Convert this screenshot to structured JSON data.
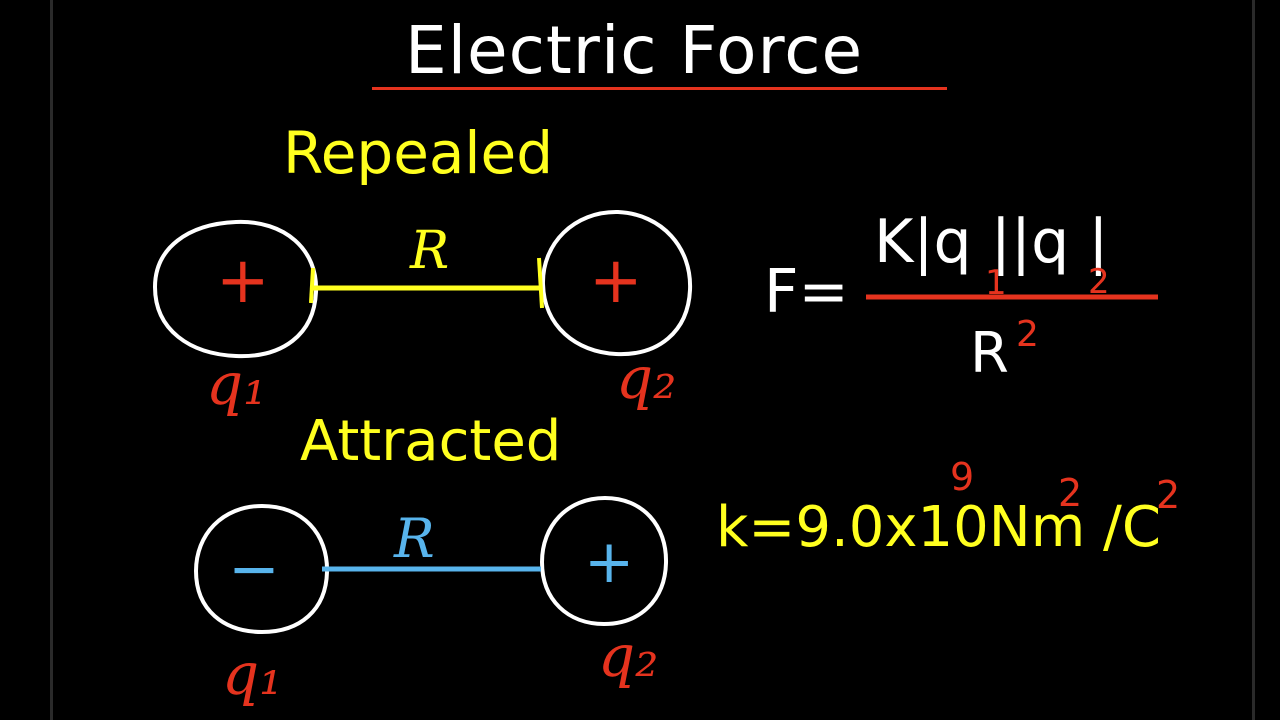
{
  "title": "Electric Force",
  "repelled": {
    "label": "Repealed",
    "distance_label": "R",
    "charge_left": {
      "sign": "+",
      "name": "q₁"
    },
    "charge_right": {
      "sign": "+",
      "name": "q₂"
    }
  },
  "attracted": {
    "label": "Attracted",
    "distance_label": "R",
    "charge_left": {
      "sign": "−",
      "name": "q₁"
    },
    "charge_right": {
      "sign": "+",
      "name": "q₂"
    }
  },
  "formula": {
    "lhs": "F=",
    "numerator": "K|q ||q |",
    "numerator_sub_1": "1",
    "numerator_sub_2": "2",
    "denominator": "R",
    "denominator_exp": "2"
  },
  "constant": {
    "text": "k=9.0x10Nm /C",
    "exp_ten": "9",
    "exp_m": "2",
    "exp_c": "2"
  },
  "colors": {
    "background": "#000000",
    "chalk_white": "#ffffff",
    "yellow": "#ffff1f",
    "red": "#e5331e",
    "blue": "#58b4ec"
  }
}
